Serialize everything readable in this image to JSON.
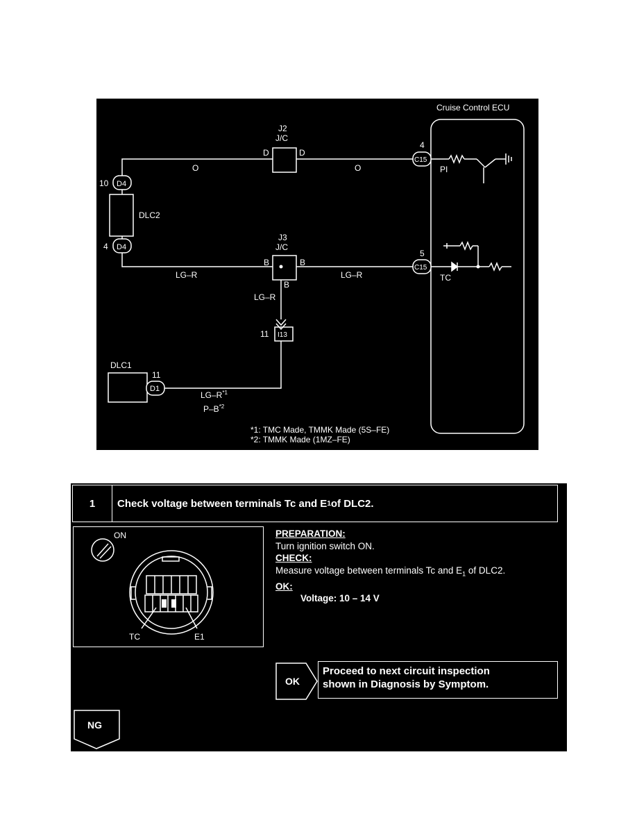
{
  "wiring": {
    "ecu_label": "Cruise Control ECU",
    "j2": {
      "name": "J2",
      "type": "J/C",
      "pin_left": "D",
      "pin_right": "D"
    },
    "j3": {
      "name": "J3",
      "type": "J/C",
      "pin_left": "B",
      "pin_right": "B",
      "pin_bottom": "B"
    },
    "dlc2": {
      "label": "DLC2",
      "top_pin": "10",
      "top_conn": "D4",
      "bottom_pin": "4",
      "bottom_conn": "D4"
    },
    "dlc1": {
      "label": "DLC1",
      "pin": "11",
      "conn": "D1"
    },
    "i13": {
      "pin": "11",
      "conn": "I13"
    },
    "ecu_top": {
      "pin": "4",
      "conn": "C15",
      "terminal": "PI"
    },
    "ecu_bottom": {
      "pin": "5",
      "conn": "C15",
      "terminal": "TC"
    },
    "wires": {
      "o_left": "O",
      "o_right": "O",
      "lgr_left": "LG–R",
      "lgr_right": "LG–R",
      "lgr_down": "LG–R",
      "dlc1_a": "LG–R",
      "dlc1_a_sup": "*1",
      "dlc1_b": "P–B",
      "dlc1_b_sup": "*2"
    },
    "notes": [
      "*1: TMC Made, TMMK Made (5S–FE)",
      "*2: TMMK Made (1MZ–FE)"
    ]
  },
  "step": {
    "number": "1",
    "title_pre": "Check voltage between terminals Tc and E",
    "title_sub": "1",
    "title_post": " of DLC2."
  },
  "illustration": {
    "switch_label": "ON",
    "tc_label": "TC",
    "e1_label": "E1"
  },
  "instructions": {
    "prep_heading": "PREPARATION:",
    "prep_text": "Turn ignition switch ON.",
    "check_heading": "CHECK:",
    "check_pre": "Measure voltage between terminals Tc and E",
    "check_sub": "1",
    "check_post": " of DLC2.",
    "ok_heading": "OK:",
    "ok_value": "Voltage: 10 – 14 V"
  },
  "ok_branch": {
    "tab": "OK",
    "line1": "Proceed to next circuit inspection",
    "line2": "shown in Diagnosis by Symptom."
  },
  "ng_branch": {
    "tab": "NG"
  }
}
